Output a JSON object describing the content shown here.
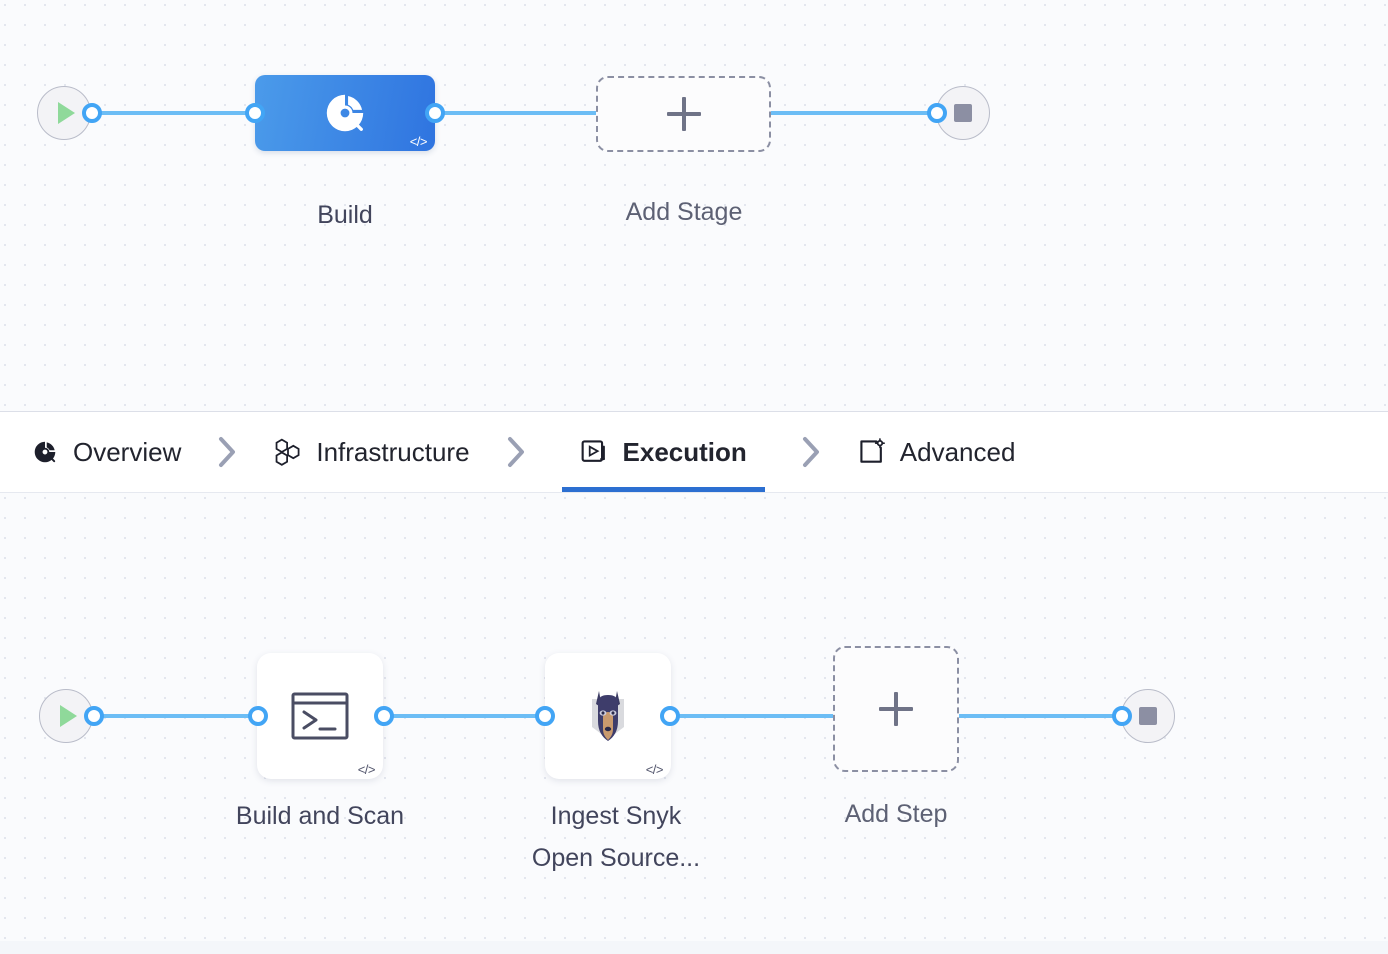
{
  "canvas": {
    "background": "#fafbfd",
    "dot_color": "#e3e6ee",
    "edge_color": "#6cbdf5",
    "port_color": "#42a5f5"
  },
  "stage_row": {
    "start_node": {
      "icon": "play-icon",
      "label": ""
    },
    "end_node": {
      "icon": "stop-icon",
      "label": ""
    },
    "nodes": [
      {
        "id": "build-stage",
        "label": "Build",
        "icon": "build-ci-icon",
        "badge": "</>",
        "type": "stage",
        "selected": true,
        "color": "#2f74e0"
      },
      {
        "id": "add-stage",
        "label": "Add Stage",
        "icon": "plus-icon",
        "type": "add"
      }
    ]
  },
  "tabs": {
    "items": [
      {
        "id": "overview",
        "label": "Overview",
        "icon": "build-ci-icon",
        "active": false
      },
      {
        "id": "infrastructure",
        "label": "Infrastructure",
        "icon": "hexagons-icon",
        "active": false
      },
      {
        "id": "execution",
        "label": "Execution",
        "icon": "play-box-icon",
        "active": true
      },
      {
        "id": "advanced",
        "label": "Advanced",
        "icon": "settings-box-icon",
        "active": false
      }
    ],
    "separator_icon": "chevron-right-icon",
    "active_underline_color": "#2c6fd1"
  },
  "step_row": {
    "start_node": {
      "icon": "play-icon",
      "label": ""
    },
    "end_node": {
      "icon": "stop-icon",
      "label": ""
    },
    "nodes": [
      {
        "id": "build-and-scan",
        "label": "Build and Scan",
        "icon": "terminal-icon",
        "badge": "</>",
        "type": "step"
      },
      {
        "id": "ingest-snyk-open-source",
        "label": "Ingest Snyk\nOpen Source...",
        "icon": "snyk-dog-icon",
        "badge": "</>",
        "type": "step"
      },
      {
        "id": "add-step",
        "label": "Add Step",
        "icon": "plus-icon",
        "type": "add"
      }
    ]
  }
}
